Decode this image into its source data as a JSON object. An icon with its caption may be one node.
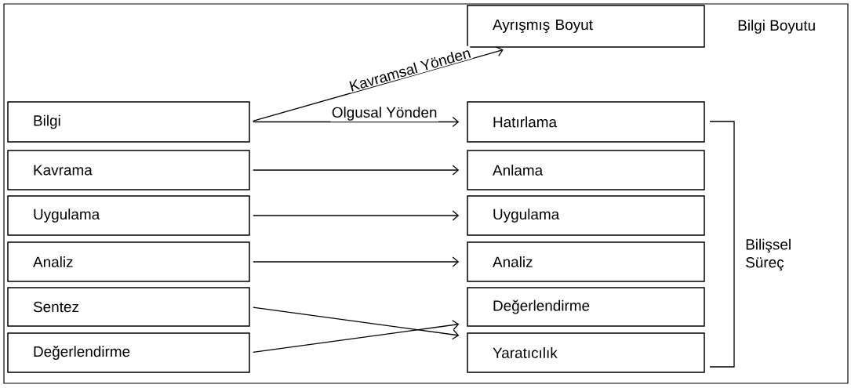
{
  "diagram": {
    "nodes": [
      {
        "text": [
          "Bilgi"
        ]
      },
      {
        "text": [
          "Kavrama"
        ]
      },
      {
        "text": [
          "Uygulama"
        ]
      },
      {
        "text": [
          "Analiz"
        ]
      },
      {
        "text": [
          "Sentez"
        ]
      },
      {
        "text": [
          "Değerlendirme"
        ]
      },
      {
        "text": [
          "Ayrışmış Boyut"
        ]
      },
      {
        "text": [
          "Hatırlama"
        ]
      },
      {
        "text": [
          "Anlama"
        ]
      },
      {
        "text": [
          "Uygulama"
        ]
      },
      {
        "text": [
          "Analiz"
        ]
      },
      {
        "text": [
          "Değerlendirme"
        ]
      },
      {
        "text": [
          "Yaratıcılık"
        ]
      }
    ],
    "edges": [
      {
        "from": 0,
        "to": 6,
        "arrow": "to",
        "label": "Kavramsal Yönden"
      },
      {
        "from": 0,
        "to": 7,
        "arrow": "to",
        "label": "Olgusal Yönden"
      },
      {
        "from": 1,
        "to": 8,
        "arrow": "to"
      },
      {
        "from": 2,
        "to": 9,
        "arrow": "to"
      },
      {
        "from": 3,
        "to": 10,
        "arrow": "to"
      },
      {
        "from": 4,
        "to": 12,
        "arrow": "to"
      },
      {
        "from": 5,
        "to": 11,
        "arrow": "to"
      }
    ],
    "labels": [
      "Bilgi Boyutu",
      "Bilişsel Süreç"
    ]
  }
}
